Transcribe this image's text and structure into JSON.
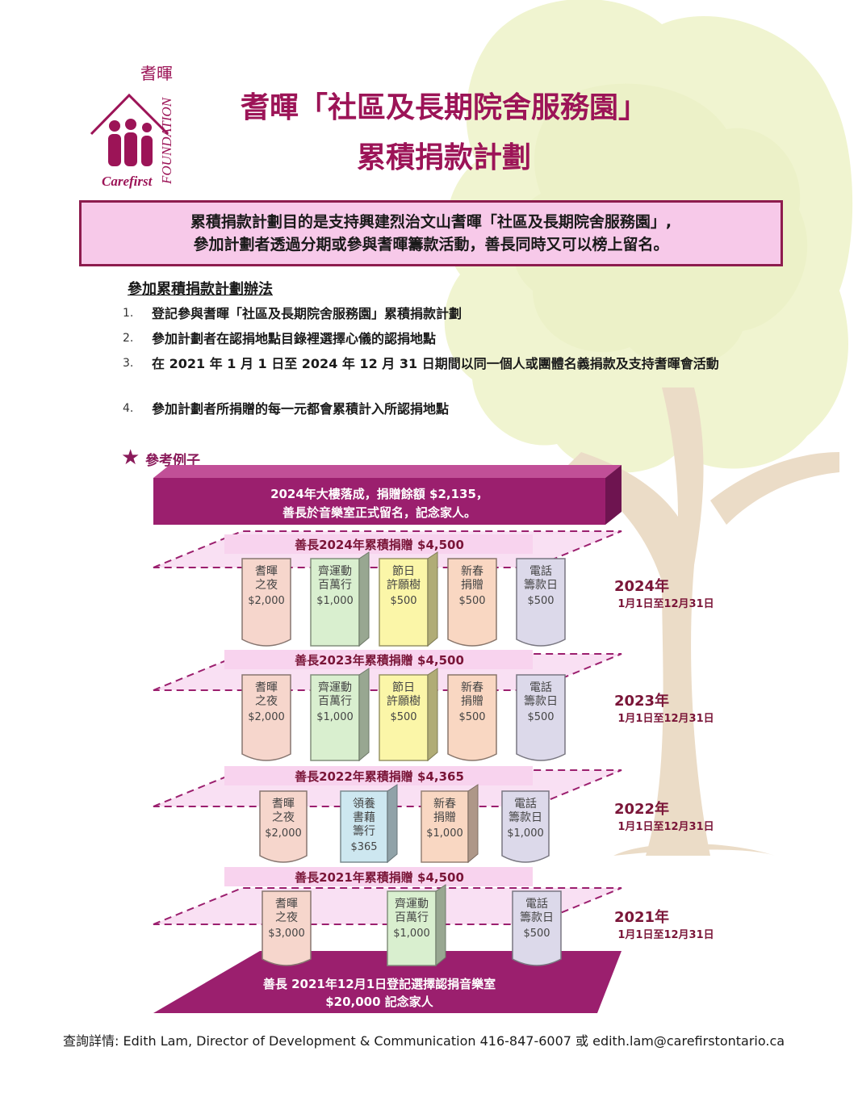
{
  "logo": {
    "wordmark": "Carefirst",
    "side_text": "FOUNDATION",
    "chinese_mark": "耆暉"
  },
  "title": {
    "line1": "耆暉「社區及長期院舍服務園」",
    "line2": "累積捐款計劃"
  },
  "intro": {
    "line1": "累積捐款計劃目的是支持興建烈治文山耆暉「社區及長期院舍服務園」,",
    "line2": "參加計劃者透過分期或參與耆暉籌款活動，善長同時又可以榜上留名。"
  },
  "steps": {
    "title": "參加累積捐款計劃辦法",
    "items": [
      {
        "num": "1.",
        "text": "登記參與耆暉「社區及長期院舍服務園」累積捐款計劃"
      },
      {
        "num": "2.",
        "text": "參加計劃者在認捐地點目錄裡選擇心儀的認捐地點"
      },
      {
        "num": "3.",
        "text": "在 2021 年 1 月 1 日至 2024 年 12 月 31 日期間以同一個人或團體名義捐款及支持耆暉會活動"
      },
      {
        "num": "4.",
        "text": "參加計劃者所捐贈的每一元都會累積計入所認捐地點"
      }
    ]
  },
  "example": {
    "label": "參考例子"
  },
  "diagram": {
    "top_block": {
      "line1": "2024年大樓落成，捐贈餘額 $2,135，",
      "line2": "善長於音樂室正式留名，記念家人。"
    },
    "base_block": {
      "line1": "善長 2021年12月1日登記選擇認捐音樂室",
      "line2": "$20,000 記念家人"
    },
    "levels": [
      {
        "label": "善長2024年累積捐贈 $4,500",
        "year": "2024年",
        "range": "1月1日至12月31日",
        "items": [
          {
            "name": "耆暉\n之夜",
            "amount": "$2,000",
            "color": "#f6d6cc"
          },
          {
            "name": "齊運動\n百萬行",
            "amount": "$1,000",
            "color": "#d9efcf"
          },
          {
            "name": "節日\n許願樹",
            "amount": "$500",
            "color": "#fbf6a8"
          },
          {
            "name": "新春\n捐贈",
            "amount": "$500",
            "color": "#f9d7c2"
          },
          {
            "name": "電話\n籌款日",
            "amount": "$500",
            "color": "#dcd9ea"
          }
        ]
      },
      {
        "label": "善長2023年累積捐贈 $4,500",
        "year": "2023年",
        "range": "1月1日至12月31日",
        "items": [
          {
            "name": "耆暉\n之夜",
            "amount": "$2,000",
            "color": "#f6d6cc"
          },
          {
            "name": "齊運動\n百萬行",
            "amount": "$1,000",
            "color": "#d9efcf"
          },
          {
            "name": "節日\n許願樹",
            "amount": "$500",
            "color": "#fbf6a8"
          },
          {
            "name": "新春\n捐贈",
            "amount": "$500",
            "color": "#f9d7c2"
          },
          {
            "name": "電話\n籌款日",
            "amount": "$500",
            "color": "#dcd9ea"
          }
        ]
      },
      {
        "label": "善長2022年累積捐贈 $4,365",
        "year": "2022年",
        "range": "1月1日至12月31日",
        "items": [
          {
            "name": "耆暉\n之夜",
            "amount": "$2,000",
            "color": "#f6d6cc"
          },
          {
            "name": "領養\n書藉\n籌行",
            "amount": "$365",
            "color": "#cde7f0"
          },
          {
            "name": "新春\n捐贈",
            "amount": "$1,000",
            "color": "#f9d7c2"
          },
          {
            "name": "電話\n籌款日",
            "amount": "$1,000",
            "color": "#dcd9ea"
          }
        ]
      },
      {
        "label": "善長2021年累積捐贈 $4,500",
        "year": "2021年",
        "range": "1月1日至12月31日",
        "items": [
          {
            "name": "耆暉\n之夜",
            "amount": "$3,000",
            "color": "#f6d6cc"
          },
          {
            "name": "齊運動\n百萬行",
            "amount": "$1,000",
            "color": "#d9efcf"
          },
          {
            "name": "電話\n籌款日",
            "amount": "$500",
            "color": "#dcd9ea"
          }
        ]
      }
    ]
  },
  "footer": {
    "text": "查詢詳情:  Edith Lam, Director of Development & Communication 416-847-6007 或 edith.lam@carefirstontario.ca"
  },
  "colors": {
    "brand": "#9c1457",
    "box_border": "#8d1c4e",
    "box_fill": "#f7c9e9",
    "slab": "#f4c7ea",
    "block": "#9b1f6e",
    "tree_leaf": "#eef3c8",
    "tree_trunk": "#e8d6bd"
  }
}
